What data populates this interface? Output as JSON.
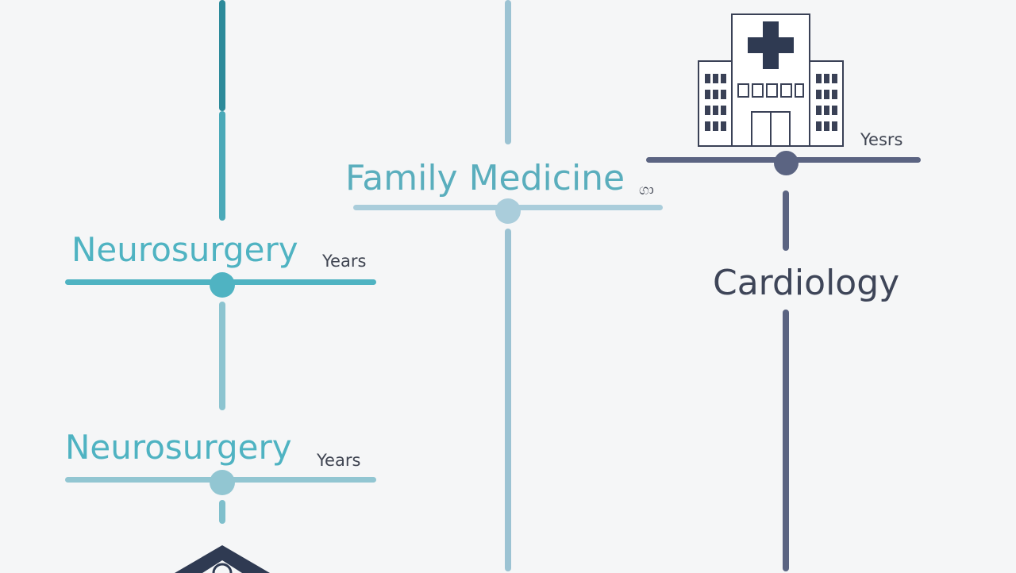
{
  "colors": {
    "neuro_dark": "#2c8a9a",
    "neuro_mid": "#4fb3c2",
    "neuro_light": "#7fbfcc",
    "family": "#9cc3d3",
    "cardio": "#5b6482",
    "text_dark": "#404552"
  },
  "tracks": {
    "neurosurgery_top": {
      "label": "Neurosurgery",
      "unit": "Years"
    },
    "neurosurgery_bottom": {
      "label": "Neurosurgery",
      "unit": "Years"
    },
    "family_medicine": {
      "label": "Family Medicine",
      "unit": "ගා"
    },
    "cardiology": {
      "label": "Cardiology",
      "unit": "Yesrs"
    }
  },
  "icons": {
    "hospital": "hospital-building-icon",
    "bottom_badge": "house-badge-icon"
  }
}
